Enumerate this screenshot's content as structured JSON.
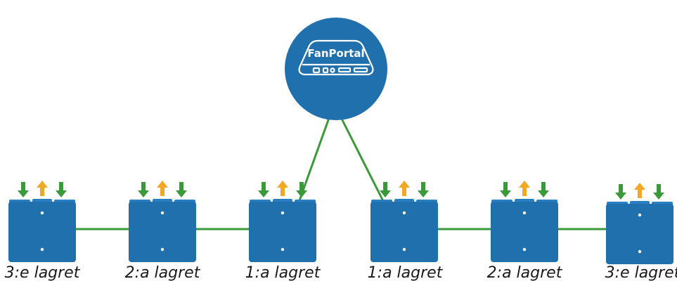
{
  "hub": {
    "brand": "FanPortal",
    "colors": {
      "circle": "#1f70ad",
      "device_fill": "#1f70ad",
      "device_stroke": "#ffffff"
    }
  },
  "nodes": [
    {
      "label": "3:e lagret"
    },
    {
      "label": "2:a lagret"
    },
    {
      "label": "1:a lagret"
    },
    {
      "label": "1:a lagret"
    },
    {
      "label": "2:a lagret"
    },
    {
      "label": "3:e lagret"
    }
  ],
  "colors": {
    "node_body": "#1f70ad",
    "node_cap": "#2a7fc0",
    "link": "#3a9a3a",
    "arrow_down": "#3a9a3a",
    "arrow_up": "#f5a623"
  },
  "icons": {
    "down_arrow": "down-arrow-icon",
    "up_arrow": "up-arrow-icon",
    "hub_device": "router-device-icon"
  }
}
